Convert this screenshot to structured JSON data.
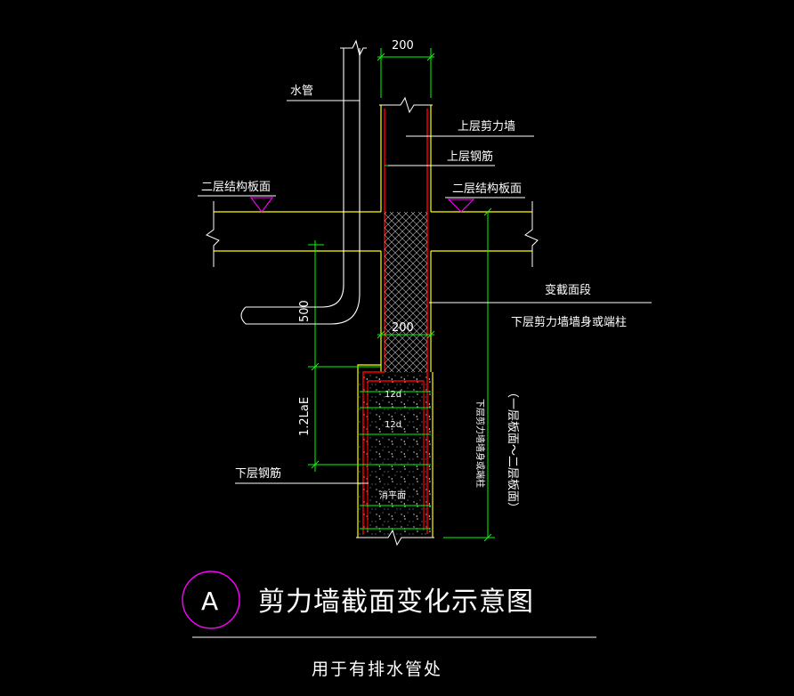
{
  "labels": {
    "water_pipe": "水管",
    "upper_shear_wall": "上层剪力墙",
    "upper_rebar": "上层钢筋",
    "floor2_slab_left": "二层结构板面",
    "floor2_slab_right": "二层结构板面",
    "section_change": "变截面段",
    "lower_wall_or_column": "下层剪力墙墙身或端柱",
    "lower_rebar": "下层钢筋",
    "lower_wall_vertical": "下层剪力墙墙身或端柱",
    "floor_range_vertical": "（一层板面～二层板面）",
    "level_mark": "消平面"
  },
  "dimensions": {
    "top_width": "200",
    "lower_width": "200",
    "pipe_height": "500",
    "lap_length": "1.2LaE",
    "anchor_1": "12d",
    "anchor_2": "12d"
  },
  "title": {
    "marker": "A",
    "main": "剪力墙截面变化示意图",
    "subtitle": "用于有排水管处"
  },
  "colors": {
    "background": "#000000",
    "wall_line": "#ffff00",
    "rebar": "#ff0000",
    "dimension": "#00ff00",
    "pipe": "#ffffff",
    "slab_marker": "#ff00ff",
    "hatch": "#c0c0c0"
  }
}
